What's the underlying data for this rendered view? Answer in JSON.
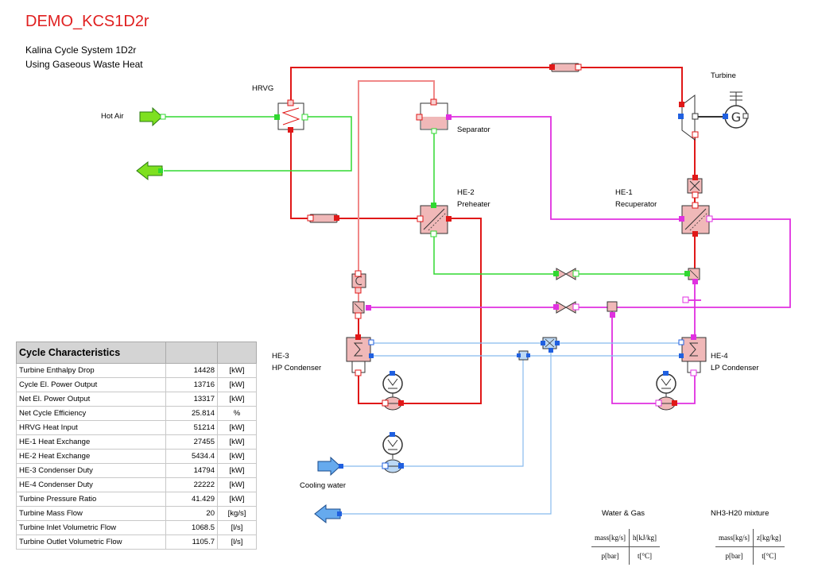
{
  "header": {
    "title": "DEMO_KCS1D2r",
    "subtitle_line1": "Kalina Cycle System 1D2r",
    "subtitle_line2": "Using Gaseous Waste Heat"
  },
  "labels": {
    "hrvg": "HRVG",
    "turbine": "Turbine",
    "hot_air": "Hot Air",
    "separator": "Separator",
    "he2_line1": "HE-2",
    "he2_line2": "Preheater",
    "he1_line1": "HE-1",
    "he1_line2": "Recuperator",
    "he3_line1": "HE-3",
    "he3_line2": "HP Condenser",
    "he4_line1": "HE-4",
    "he4_line2": "LP Condenser",
    "cooling_water": "Cooling water"
  },
  "cycle_table": {
    "title": "Cycle Characteristics",
    "rows": [
      {
        "name": "Turbine Enthalpy Drop",
        "value": "14428",
        "unit": "[kW]"
      },
      {
        "name": "Cycle El. Power Output",
        "value": "13716",
        "unit": "[kW]"
      },
      {
        "name": "Net El. Power Output",
        "value": "13317",
        "unit": "[kW]"
      },
      {
        "name": "Net Cycle Efficiency",
        "value": "25.814",
        "unit": "%"
      },
      {
        "name": "HRVG Heat Input",
        "value": "51214",
        "unit": "[kW]"
      },
      {
        "name": "HE-1 Heat Exchange",
        "value": "27455",
        "unit": "[kW]"
      },
      {
        "name": "HE-2 Heat Exchange",
        "value": "5434.4",
        "unit": "[kW]"
      },
      {
        "name": "HE-3 Condenser Duty",
        "value": "14794",
        "unit": "[kW]"
      },
      {
        "name": "HE-4 Condenser Duty",
        "value": "22222",
        "unit": "[kW]"
      },
      {
        "name": "Turbine Pressure Ratio",
        "value": "41.429",
        "unit": "[kW]"
      },
      {
        "name": "Turbine Mass Flow",
        "value": "20",
        "unit": "[kg/s]"
      },
      {
        "name": "Turbine Inlet Volumetric Flow",
        "value": "1068.5",
        "unit": "[l/s]"
      },
      {
        "name": "Turbine Outlet Volumetric Flow",
        "value": "1105.7",
        "unit": "[l/s]"
      }
    ]
  },
  "legend": {
    "water_gas": {
      "title": "Water & Gas",
      "mass": "mass[kg/s]",
      "h": "h[kJ/kg]",
      "p": "p[bar]",
      "t": "t[°C]"
    },
    "nh3_mixture": {
      "title": "NH3-H20 mixture",
      "mass": "mass[kg/s]",
      "z": "z[kg/kg]",
      "p": "p[bar]",
      "t": "t[°C]"
    }
  },
  "colors": {
    "hot_stream": "#e01818",
    "hot_stream_light": "#f08888",
    "green_stream": "#30d830",
    "magenta_stream": "#e030e0",
    "cooling_stream": "#88bbee",
    "component_fill": "#f0b8b8",
    "arrow_green": "#7ee020",
    "arrow_blue": "#66aaee",
    "title_red": "#e02020"
  }
}
